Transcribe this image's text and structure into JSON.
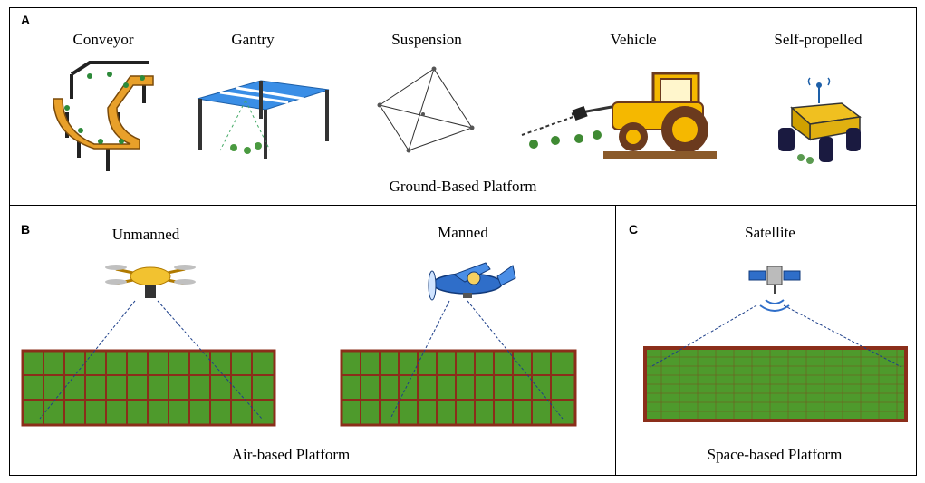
{
  "panel_a": {
    "letter": "A",
    "items": [
      {
        "label": "Conveyor",
        "icon": "conveyor-icon"
      },
      {
        "label": "Gantry",
        "icon": "gantry-icon"
      },
      {
        "label": "Suspension",
        "icon": "suspension-icon"
      },
      {
        "label": "Vehicle",
        "icon": "tractor-icon"
      },
      {
        "label": "Self-propelled",
        "icon": "robot-icon"
      }
    ],
    "platform_label": "Ground-Based Platform"
  },
  "panel_b": {
    "letter": "B",
    "items": [
      {
        "label": "Unmanned",
        "icon": "drone-icon"
      },
      {
        "label": "Manned",
        "icon": "airplane-icon"
      }
    ],
    "platform_label": "Air-based Platform"
  },
  "panel_c": {
    "letter": "C",
    "items": [
      {
        "label": "Satellite",
        "icon": "satellite-icon"
      }
    ],
    "platform_label": "Space-based Platform"
  },
  "colors": {
    "conveyor_belt": "#e8a02a",
    "gantry_blue": "#3a8ee6",
    "tractor_yellow": "#f5b800",
    "tractor_brown": "#6b3a1e",
    "field_green": "#4e9a2c",
    "field_border": "#8b2e1a",
    "drone_yellow": "#f2c230",
    "plane_blue": "#2f6ec9"
  }
}
